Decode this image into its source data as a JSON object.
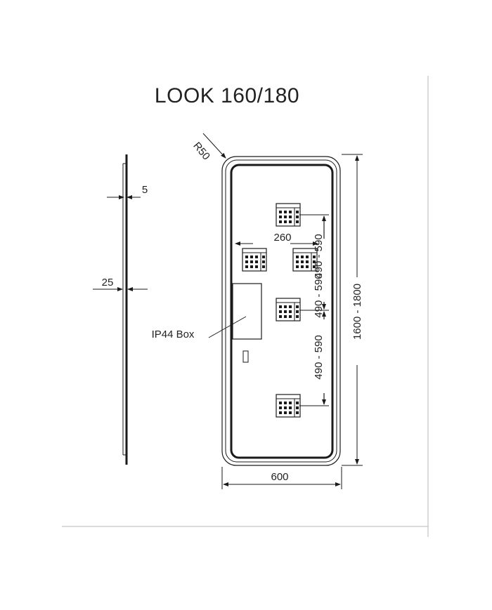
{
  "title": "LOOK 160/180",
  "labels": {
    "radius": "R50",
    "side_thickness_top": "5",
    "side_thickness_bottom": "25",
    "ip44_box": "IP44  Box",
    "spacing_horizontal": "260",
    "spacing_vertical_1": "490 - 590",
    "spacing_vertical_2": "490 - 590",
    "spacing_vertical_3": "490 - 590",
    "height": "1600 - 1800",
    "width": "600"
  }
}
